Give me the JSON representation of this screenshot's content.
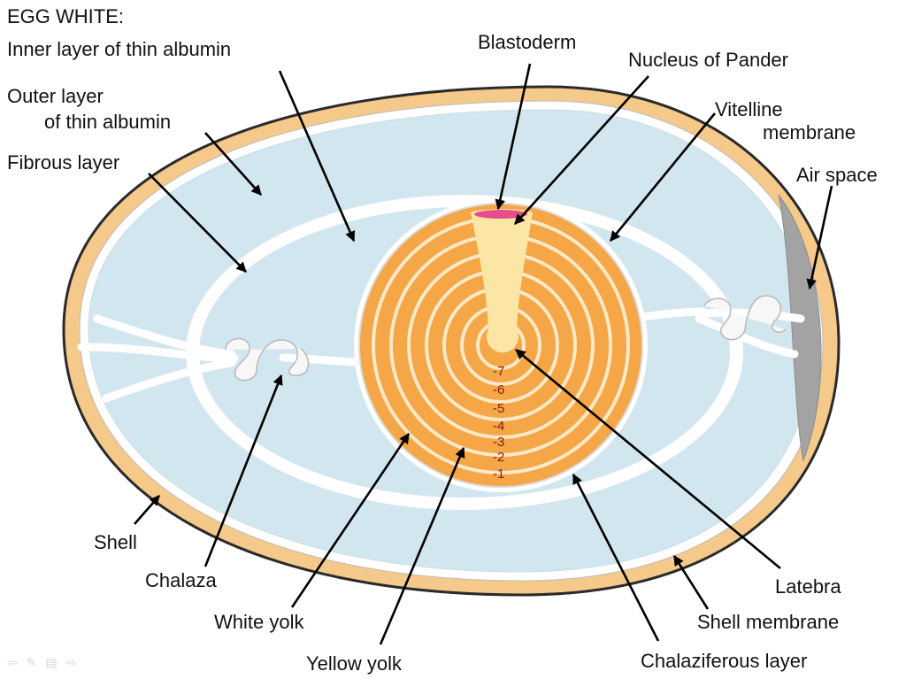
{
  "labels": {
    "egg_white": "EGG WHITE:",
    "inner_thin": "Inner layer of thin albumin",
    "outer_thin_1": "Outer layer",
    "outer_thin_2": "of thin albumin",
    "fibrous": "Fibrous layer",
    "blastoderm": "Blastoderm",
    "nucleus_pander": "Nucleus of Pander",
    "vitelline_1": "Vitelline",
    "vitelline_2": "membrane",
    "air_space": "Air space",
    "shell": "Shell",
    "chalaza": "Chalaza",
    "white_yolk": "White yolk",
    "yellow_yolk": "Yellow yolk",
    "chalaziferous": "Chalaziferous layer",
    "shell_membrane": "Shell membrane",
    "latebra": "Latebra"
  },
  "yolk_rings": [
    "-7",
    "-6",
    "-5",
    "-4",
    "-3",
    "-2",
    "-1"
  ],
  "colors": {
    "shell": "#f5c98a",
    "albumin": "#d2e6ef",
    "yolk": "#f5a646",
    "latebra": "#fbe6a6",
    "blastoderm": "#e64d8c",
    "air_space": "#a3a3a3"
  },
  "slide_nav": {
    "prev": "⇦",
    "pen": "✎",
    "menu": "▤",
    "next": "⇨"
  }
}
